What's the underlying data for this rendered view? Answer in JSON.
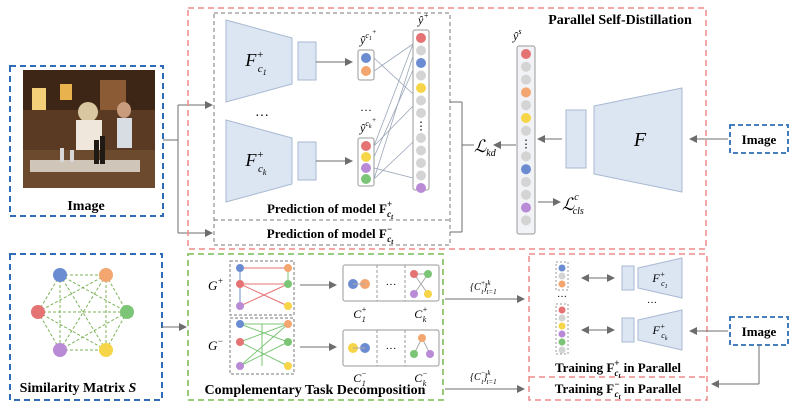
{
  "input_image": {
    "label": "Image"
  },
  "similarity": {
    "label": "Similarity Matrix",
    "symbol": "S",
    "node_colors": [
      "#6b8cd1",
      "#f4a671",
      "#e57373",
      "#7cc576",
      "#b98ad6",
      "#f7d548"
    ]
  },
  "decomposition": {
    "label": "Complementary Task Decomposition",
    "graph_plus": "G",
    "graph_plus_sup": "+",
    "graph_minus": "G",
    "graph_minus_sup": "−",
    "c1_plus": "C",
    "c1_plus_sub": "1",
    "c1_plus_sup": "+",
    "ck_plus": "C",
    "ck_plus_sub": "k",
    "ck_plus_sup": "+",
    "c1_minus": "C",
    "c1_minus_sub": "1",
    "c1_minus_sup": "−",
    "ck_minus": "C",
    "ck_minus_sub": "k",
    "ck_minus_sup": "−",
    "dots": "···"
  },
  "parallel_distill": {
    "title": "Parallel Self-Distillation",
    "pred_plus": "Prediction of model F",
    "pred_plus_sub": "c",
    "pred_plus_subsub": "t",
    "pred_plus_sup": "+",
    "pred_minus": "Prediction of model F",
    "pred_minus_sub": "c",
    "pred_minus_subsub": "t",
    "pred_minus_sup": "−",
    "model_top": "F",
    "model_top_sub": "c",
    "model_top_subsub": "1",
    "model_top_sup": "+",
    "model_bottom": "F",
    "model_bottom_sub": "c",
    "model_bottom_subsub": "k",
    "model_bottom_sup": "+",
    "yhat_c1": "ŷ",
    "yhat_c1_sup": "c",
    "yhat_c1_supsub": "1",
    "yhat_c1_supsup": "+",
    "yhat_ck": "ŷ",
    "yhat_ck_sup": "c",
    "yhat_ck_supsub": "k",
    "yhat_ck_supsup": "+",
    "yhat_plus": "ŷ",
    "yhat_plus_sup": "+",
    "yhat_s": "ŷ",
    "yhat_s_sup": "s",
    "loss_kd": "ℒ",
    "loss_kd_sub": "kd",
    "loss_cls": "ℒ",
    "loss_cls_sub": "cls",
    "loss_cls_sup": "c",
    "teacher": "F",
    "image_label": "Image",
    "dots": "···",
    "vdots": "⋮"
  },
  "training": {
    "label_plus": "Training F",
    "label_plus_sub": "c",
    "label_plus_subsub": "t",
    "label_plus_sup": "+",
    "label_plus_tail": " in Parallel",
    "label_minus": "Training F",
    "label_minus_sub": "c",
    "label_minus_subsub": "t",
    "label_minus_sup": "−",
    "label_minus_tail": " in Parallel",
    "set_plus": "{C",
    "set_plus_sub": "t",
    "set_plus_sup": "+",
    "set_plus_range": "}",
    "set_plus_range_sup": "k",
    "set_plus_range_sub": "t=1",
    "set_minus": "{C",
    "set_minus_sub": "t",
    "set_minus_sup": "−",
    "set_minus_range": "}",
    "set_minus_range_sup": "k",
    "set_minus_range_sub": "t=1",
    "model_top": "F",
    "model_top_sub": "c",
    "model_top_subsub": "1",
    "model_top_sup": "+",
    "model_bottom": "F",
    "model_bottom_sub": "c",
    "model_bottom_subsub": "k",
    "model_bottom_sup": "+",
    "image_label": "Image",
    "dots": "···"
  },
  "colors": {
    "blue_dash": "#2e6db5",
    "green_dash": "#8cc56b",
    "red_dash": "#ef8a8a",
    "model_fill": "#dce6f2",
    "model_stroke": "#a7b8d2",
    "arrow": "#6d6d6d",
    "node_blue": "#6b8cd1",
    "node_orange": "#f4a671",
    "node_red": "#e57373",
    "node_green": "#7cc576",
    "node_purple": "#b98ad6",
    "node_yellow": "#f7d548",
    "node_gray": "#d4d4d4"
  }
}
